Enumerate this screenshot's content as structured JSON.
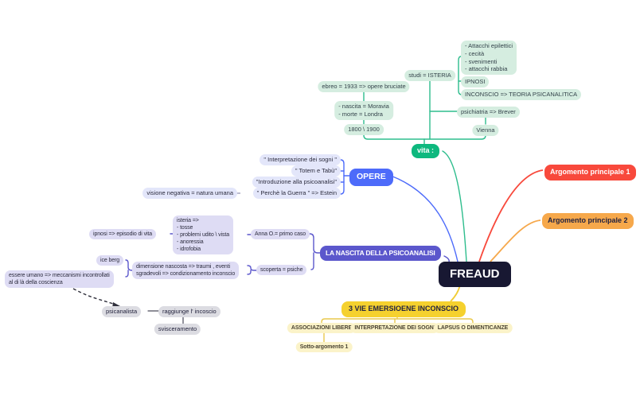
{
  "palette": {
    "root_bg": "#181832",
    "green": "#0eb87e",
    "green_line": "#2ebd8d",
    "mint_bg": "#d5ede0",
    "blue": "#4d6bfa",
    "blue_child_bg": "#e3e6fa",
    "purple": "#5b57cc",
    "lavender_bg": "#dedcf4",
    "red": "#f8493c",
    "orange": "#f6a84b",
    "yellow": "#f5d12e",
    "yellow_child_bg": "#fbf3c9",
    "gray_bg": "#dcdce2"
  },
  "root": {
    "label": "FREAUD"
  },
  "branches": {
    "vita": {
      "title": "vita :",
      "ebreo": "ebreo = 1933 => opere bruciate",
      "nascita_morte": "- nascita = Moravia\n- morte = Londra",
      "anni": "1800 \\ 1900",
      "studi": "studi = ISTERIA",
      "sintomi": "- Attacchi epilettici\n- cecità\n- svenimenti\n- attacchi rabbia",
      "ipnosi": "IPNOSI",
      "inconscio": "INCONSCIO => TEORIA PSICANALITICA",
      "psichiatria": "psichiatria => Brever",
      "vienna": "Vienna"
    },
    "opere": {
      "title": "OPERE",
      "items": [
        "\" Interpretazione  dei sogni \"",
        "\" Totem e Tabù\"",
        "\"Introduzione alla psicoanalisi\"",
        "\" Perchè la Guerra \" => Estein"
      ],
      "visione": "visione negativa = natura umana"
    },
    "nascita_psicoanalisi": {
      "title": "LA NASCITA DELLA PSICOANALISI",
      "ipnosi_episodio": "ipnosi => episodio di vita",
      "isteria": "isteria =>\n- tosse\n- problemi udito \\ vista\n- anoressia\n- idrofobia",
      "anna": "Anna O.= primo caso",
      "ice_berg": "ice berg",
      "dimensione": "dimensione nascosta => traumi , eventi\nsgradevoli => condizionamento inconscio",
      "scoperta": "scoperta = psiche",
      "essere_umano": "essere umano => meccanismi incontrollati\nal di là della coscienza",
      "psicanalista": "psicanalista",
      "raggiunge": "raggiunge l' incoscio",
      "svisceramento": "svisceramento"
    },
    "argomento1": {
      "title": "Argomento principale 1"
    },
    "argomento2": {
      "title": "Argomento principale 2"
    },
    "tre_vie": {
      "title": "3 VIE EMERSIOENE INCONSCIO",
      "items": [
        "ASSOCIAZIONI LIBERE",
        "INTERPRETAZIONE DEI SOGNI",
        "LAPSUS O DIMENTICANZE"
      ],
      "sotto": "Sotto-argomento 1"
    }
  }
}
